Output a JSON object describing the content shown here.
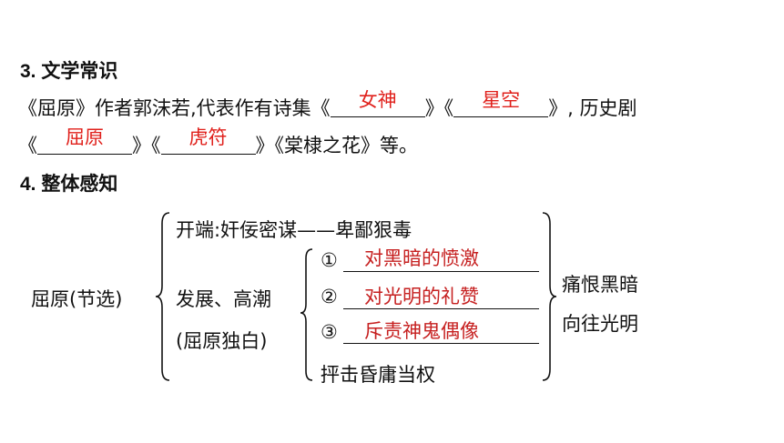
{
  "section3": {
    "title": "3. 文学常识",
    "line1_pre": "《屈原》作者郭沫若,代表作有诗集《",
    "blank1": "女神",
    "mid1": "》《",
    "blank2": "星空",
    "line1_post": "》, 历史剧",
    "open3": "《",
    "blank3": "屈原",
    "mid2": "》《",
    "blank4": "虎符",
    "line2_post": "》《棠棣之花》等。"
  },
  "section4": {
    "title": "4. 整体感知",
    "root": "屈原(节选)",
    "opening": "开端:奸佞密谋——卑鄙狠毒",
    "dev_line1": "发展、高潮",
    "dev_line2": "(屈原独白)",
    "items": [
      {
        "num": "①",
        "answer": "对黑暗的愤激"
      },
      {
        "num": "②",
        "answer": "对光明的礼赞"
      },
      {
        "num": "③",
        "answer": "斥责神鬼偶像"
      }
    ],
    "last_item": "抨击昏庸当权",
    "result1": "痛恨黑暗",
    "result2": "向往光明"
  },
  "colors": {
    "answer_blank": "#e0201b",
    "answer_diagram": "#c62020"
  }
}
